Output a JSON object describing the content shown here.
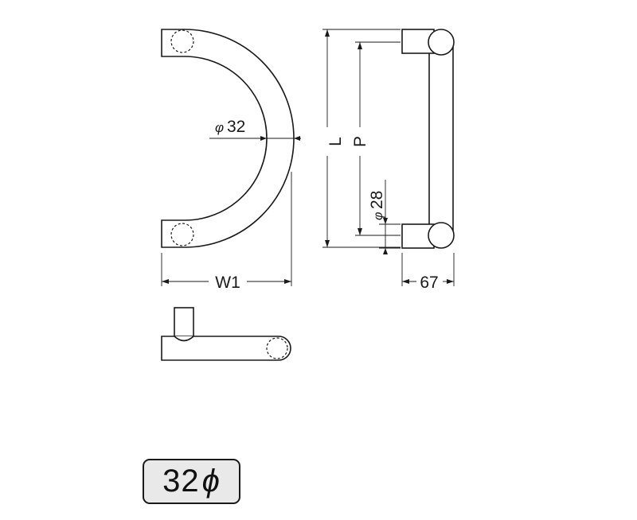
{
  "dimensions": {
    "rod_diameter_prefix": "φ",
    "rod_diameter": "32",
    "width": "W1",
    "length": "L",
    "pitch": "P",
    "post_diameter_prefix": "φ",
    "post_diameter": "28",
    "projection": "67"
  },
  "badge": {
    "size": "32",
    "symbol": "ϕ"
  },
  "colors": {
    "line": "#1a1a1a",
    "badge_background": "#e9e9e9"
  }
}
